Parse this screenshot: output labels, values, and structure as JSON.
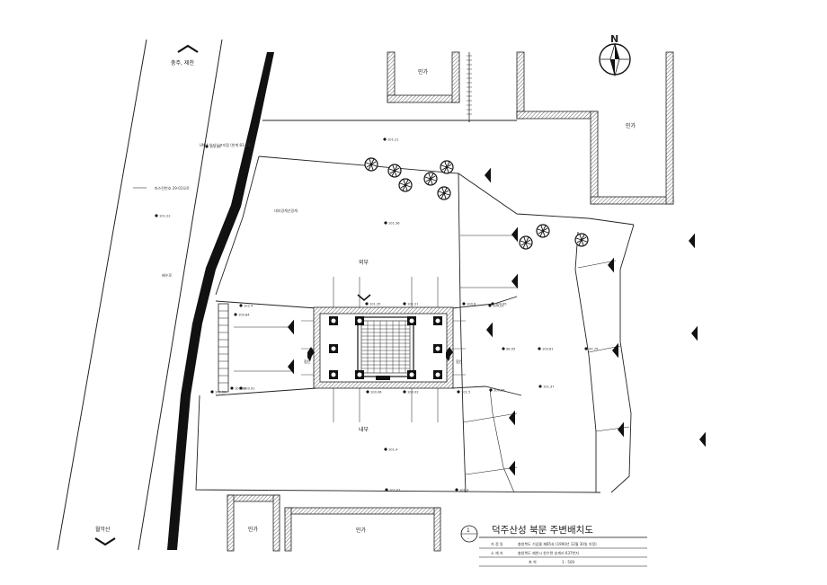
{
  "labels": {
    "north": "N",
    "to_north_town": "충주, 제천",
    "to_south_peak": "월악산",
    "outside": "외부",
    "inside": "내부",
    "house_top": "민가",
    "house_right": "민가",
    "house_bottom_left": "민가",
    "house_bottom_center": "민가",
    "road_note": "마스턴번호 29-01모로",
    "road_small": "UN대 아지오프지점 (한계 81-10)",
    "guard_left": "협칸",
    "guard_right": "협칸",
    "land_note": "대지경계선경계",
    "drain": "배수로"
  },
  "spot_levels": [
    "101.21",
    "101.36",
    "101.4",
    "102.07",
    "101.3",
    "101.22",
    "100.61",
    "99.79",
    "98.05",
    "100.36",
    "101.5",
    "100.91",
    "101.28",
    "100.8",
    "100.22",
    "102.4",
    "101.38",
    "101.35",
    "101.21",
    "100.96",
    "100.92",
    "102.36",
    "101.37",
    "100.95",
    "100.84"
  ],
  "title_block": {
    "number": "1",
    "scale_symbol": "-",
    "title": "덕주산성 북문 주변배치도",
    "rows": [
      {
        "label": "지 정 일",
        "value": "충청북도 기념물 제85호 (1990년 12월 30일 지정)"
      },
      {
        "label": "소 재 지",
        "value": "충청북도 제천시 한수면 송계리 637번지"
      },
      {
        "label": "축 척",
        "value": "1 : 500"
      }
    ]
  }
}
